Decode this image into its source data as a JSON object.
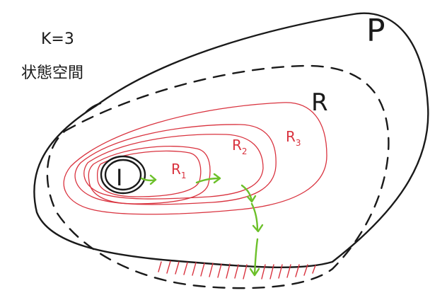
{
  "notes": {
    "k_value": "K=3",
    "title": "状態空間"
  },
  "labels": {
    "P": "P",
    "R": "R",
    "R1": "R",
    "R1_sub": "1",
    "R2": "R",
    "R2_sub": "2",
    "R3": "R",
    "R3_sub": "3",
    "I": "I"
  },
  "colors": {
    "ink": "#1a1a1a",
    "red": "#d9333f",
    "green": "#6cc02a"
  }
}
